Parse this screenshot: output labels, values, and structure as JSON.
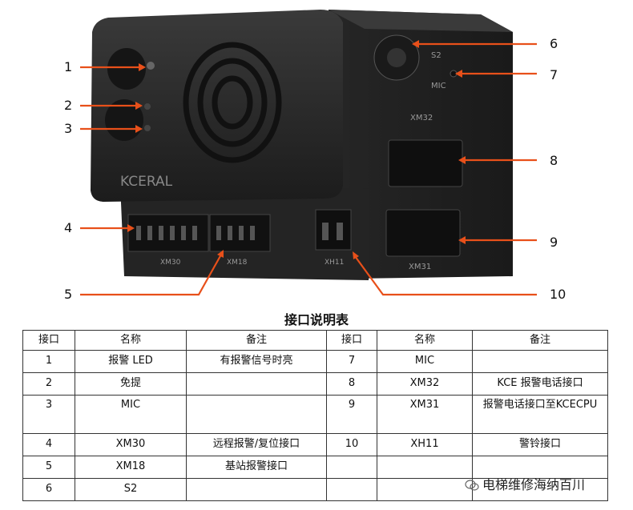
{
  "callouts": [
    "1",
    "2",
    "3",
    "4",
    "5",
    "6",
    "7",
    "8",
    "9",
    "10"
  ],
  "device": {
    "brand": "KCERAL",
    "connectors": [
      "XM30",
      "XM18",
      "XH11",
      "XM31",
      "XM32"
    ],
    "switch_label": "S2",
    "mic_label": "MIC"
  },
  "table": {
    "title": "接口说明表",
    "headers": [
      "接口",
      "名称",
      "备注",
      "接口",
      "名称",
      "备注"
    ],
    "rows": [
      [
        "1",
        "报警 LED",
        "有报警信号时亮",
        "7",
        "MIC",
        ""
      ],
      [
        "2",
        "免提",
        "",
        "8",
        "XM32",
        "KCE 报警电话接口"
      ],
      [
        "3",
        "MIC",
        "",
        "9",
        "XM31",
        "报警电话接口至KCECPU"
      ],
      [
        "4",
        "XM30",
        "远程报警/复位接口",
        "10",
        "XH11",
        "警铃接口"
      ],
      [
        "5",
        "XM18",
        "基站报警接口",
        "",
        "",
        ""
      ],
      [
        "6",
        "S2",
        "",
        "",
        "",
        ""
      ]
    ]
  },
  "watermark": "电梯维修海纳百川",
  "colors": {
    "arrow": "#e8501a",
    "device": "#2a2a2a",
    "table_border": "#333333"
  }
}
